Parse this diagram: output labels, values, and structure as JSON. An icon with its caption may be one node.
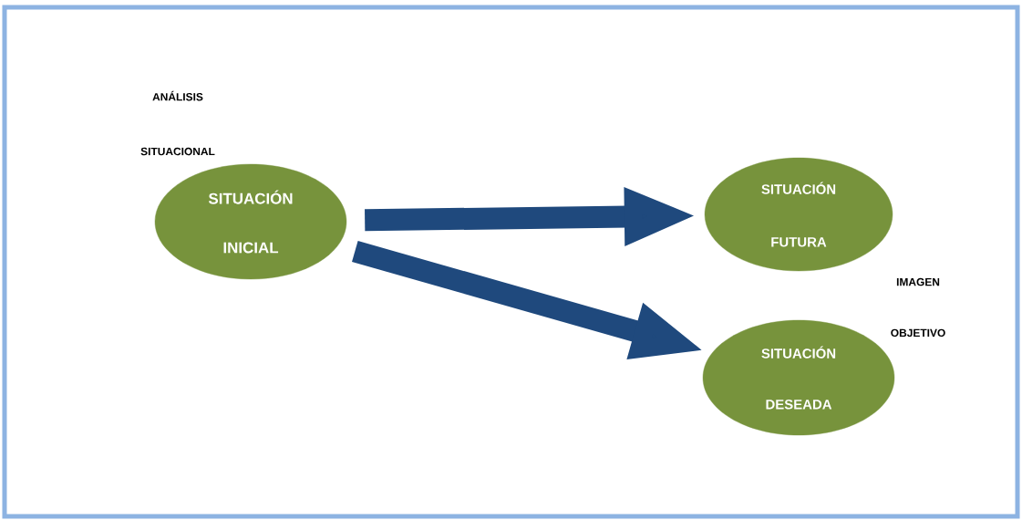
{
  "diagram": {
    "nodes": [
      {
        "text": [
          "SITUACIÓN INICIAL"
        ]
      },
      {
        "text": [
          "SITUACIÓN FUTURA"
        ]
      },
      {
        "text": [
          "SITUACIÓN DESEADA"
        ]
      }
    ],
    "edges": [
      {
        "from": 0,
        "to": 1,
        "arrow": "to"
      },
      {
        "from": 0,
        "to": 2,
        "arrow": "to"
      }
    ],
    "labels": [
      "ANÁLISIS SITUACIONAL",
      "IMAGEN OBJETIVO"
    ]
  }
}
